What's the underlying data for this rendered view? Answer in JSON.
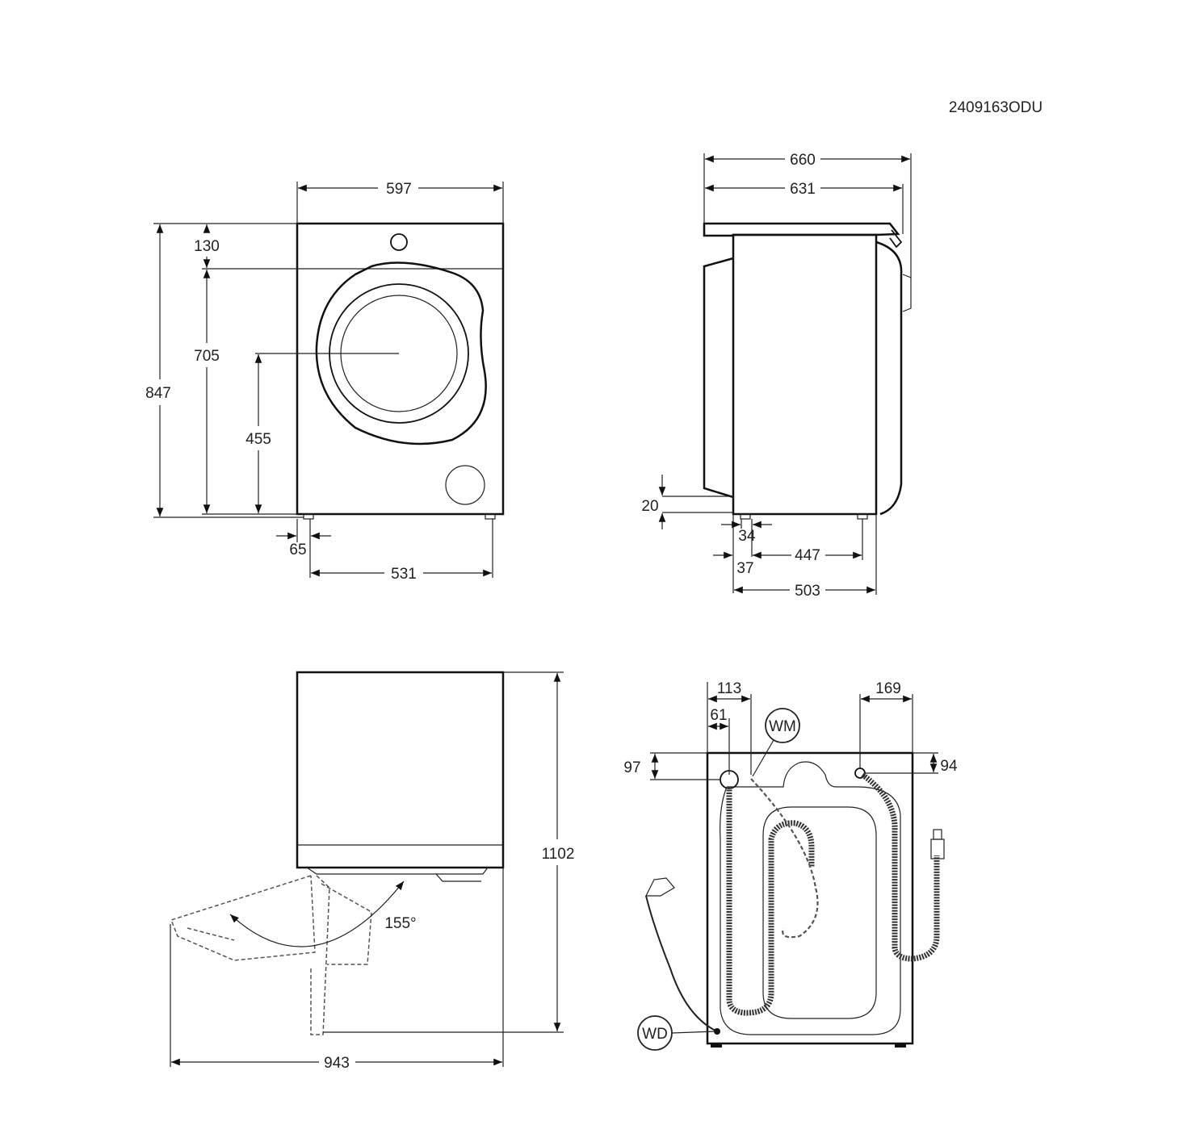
{
  "drawing_code": "2409163ODU",
  "front_view": {
    "width": "597",
    "top_panel": "130",
    "door_height": "705",
    "total_height": "847",
    "door_center": "455",
    "foot_inset": "65",
    "feet_spacing": "531"
  },
  "side_view": {
    "depth_total": "660",
    "depth_body": "631",
    "foot_height": "20",
    "foot_width": "34",
    "foot_offset": "37",
    "feet_spacing": "447",
    "body_depth": "503"
  },
  "door_open_view": {
    "height_with_door": "1102",
    "depth_with_door": "943",
    "door_angle": "155°"
  },
  "back_view": {
    "inlet_offset_113": "113",
    "inlet_offset_61": "61",
    "outlet_offset": "169",
    "inlet_height": "97",
    "outlet_height": "94",
    "label_wm": "WM",
    "label_wd": "WD"
  }
}
